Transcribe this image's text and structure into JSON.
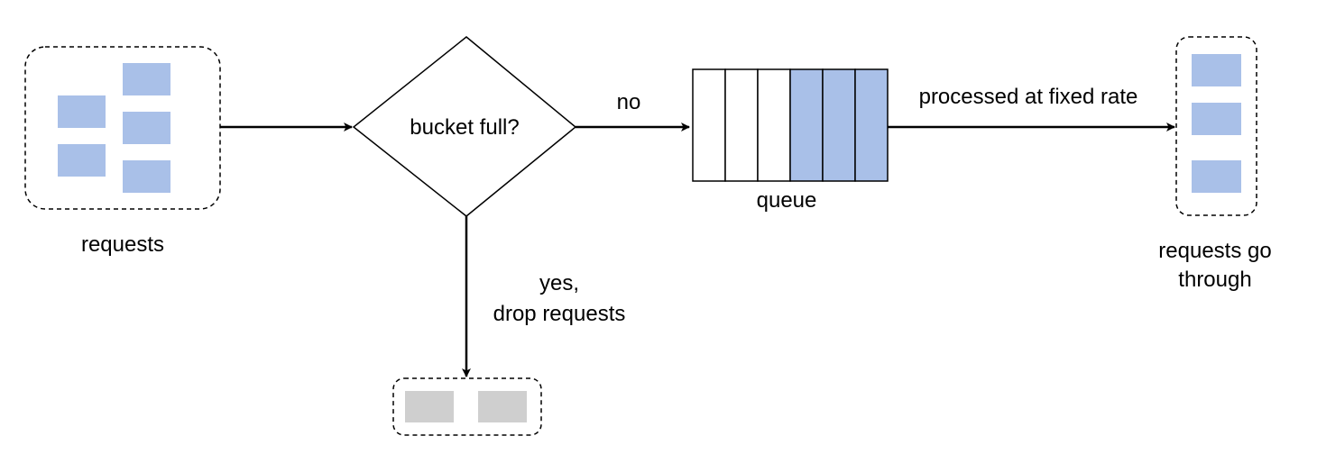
{
  "colors": {
    "request_fill": "#a9c0e8",
    "dropped_fill": "#cfcfcf",
    "queue_filled": "#a9c0e8",
    "queue_empty": "#ffffff",
    "stroke": "#000000"
  },
  "labels": {
    "requests": "requests",
    "decision": "bucket full?",
    "no": "no",
    "queue": "queue",
    "processed": "processed at fixed rate",
    "through_1": "requests go",
    "through_2": "through",
    "yes_1": "yes,",
    "yes_2": "drop requests"
  },
  "queue": {
    "slots": 6,
    "filled": 3
  },
  "incoming_requests": 5,
  "passed_requests": 3,
  "dropped_requests": 2
}
